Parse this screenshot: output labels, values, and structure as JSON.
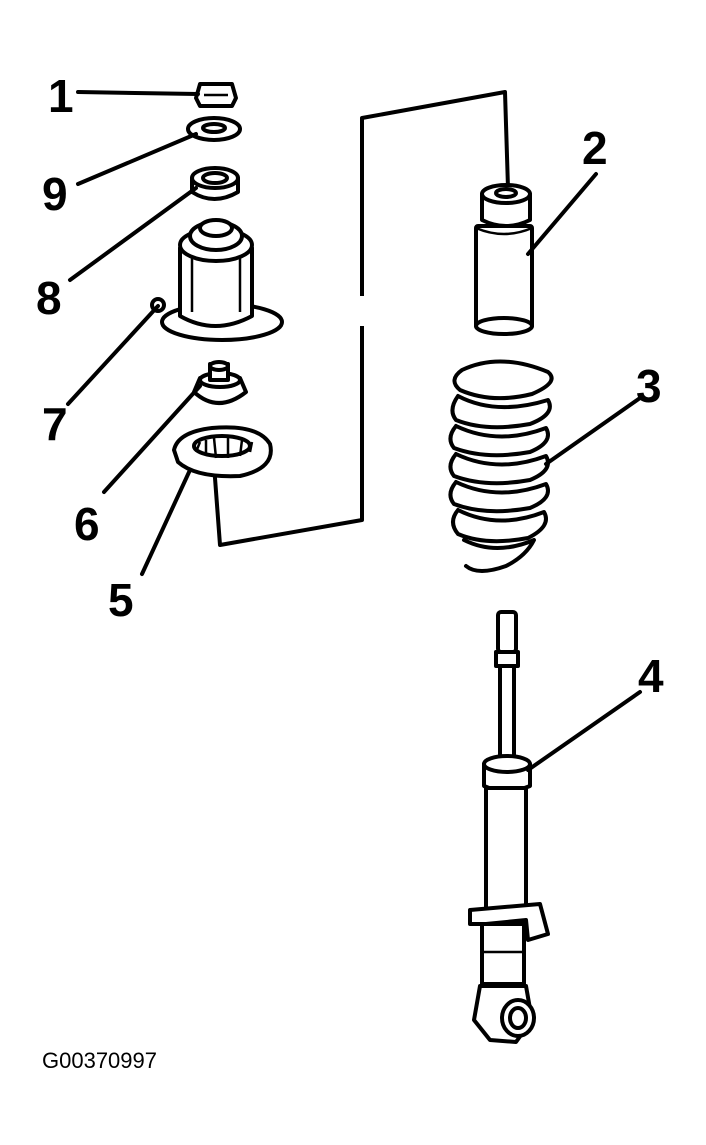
{
  "callouts": {
    "c1": "1",
    "c2": "2",
    "c3": "3",
    "c4": "4",
    "c5": "5",
    "c6": "6",
    "c7": "7",
    "c8": "8",
    "c9": "9"
  },
  "figure_id": "G00370997",
  "colors": {
    "ink": "#000000",
    "paper": "#ffffff"
  }
}
